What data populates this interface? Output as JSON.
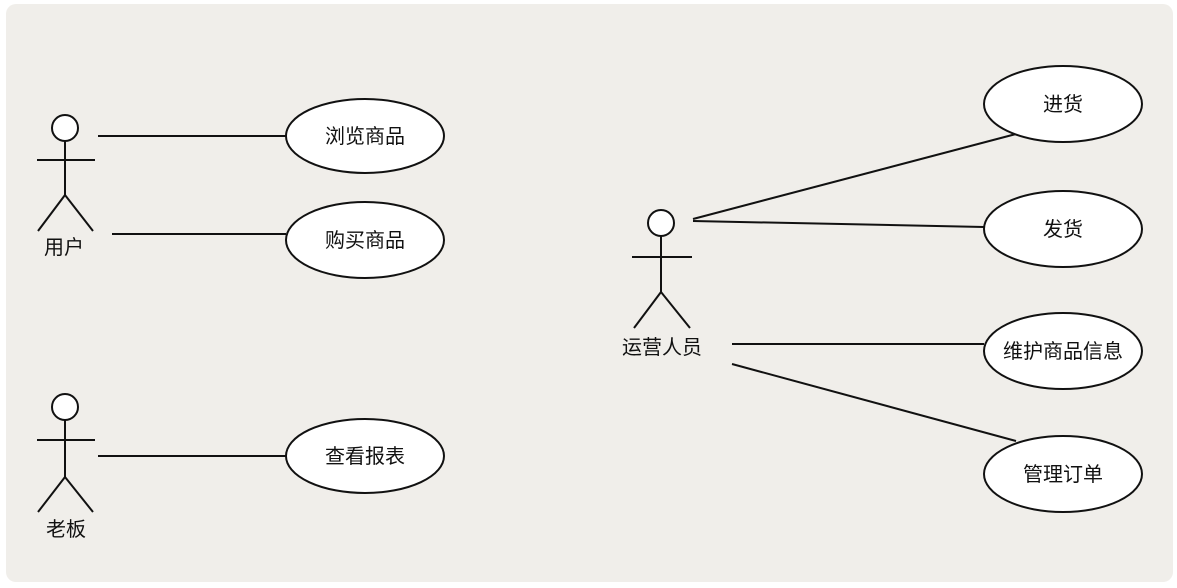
{
  "diagram": {
    "actors": {
      "user": "用户",
      "boss": "老板",
      "operator": "运营人员"
    },
    "use_cases": {
      "browse": "浏览商品",
      "buy": "购买商品",
      "report": "查看报表",
      "stock_in": "进货",
      "ship": "发货",
      "maintain": "维护商品信息",
      "orders": "管理订单"
    }
  }
}
